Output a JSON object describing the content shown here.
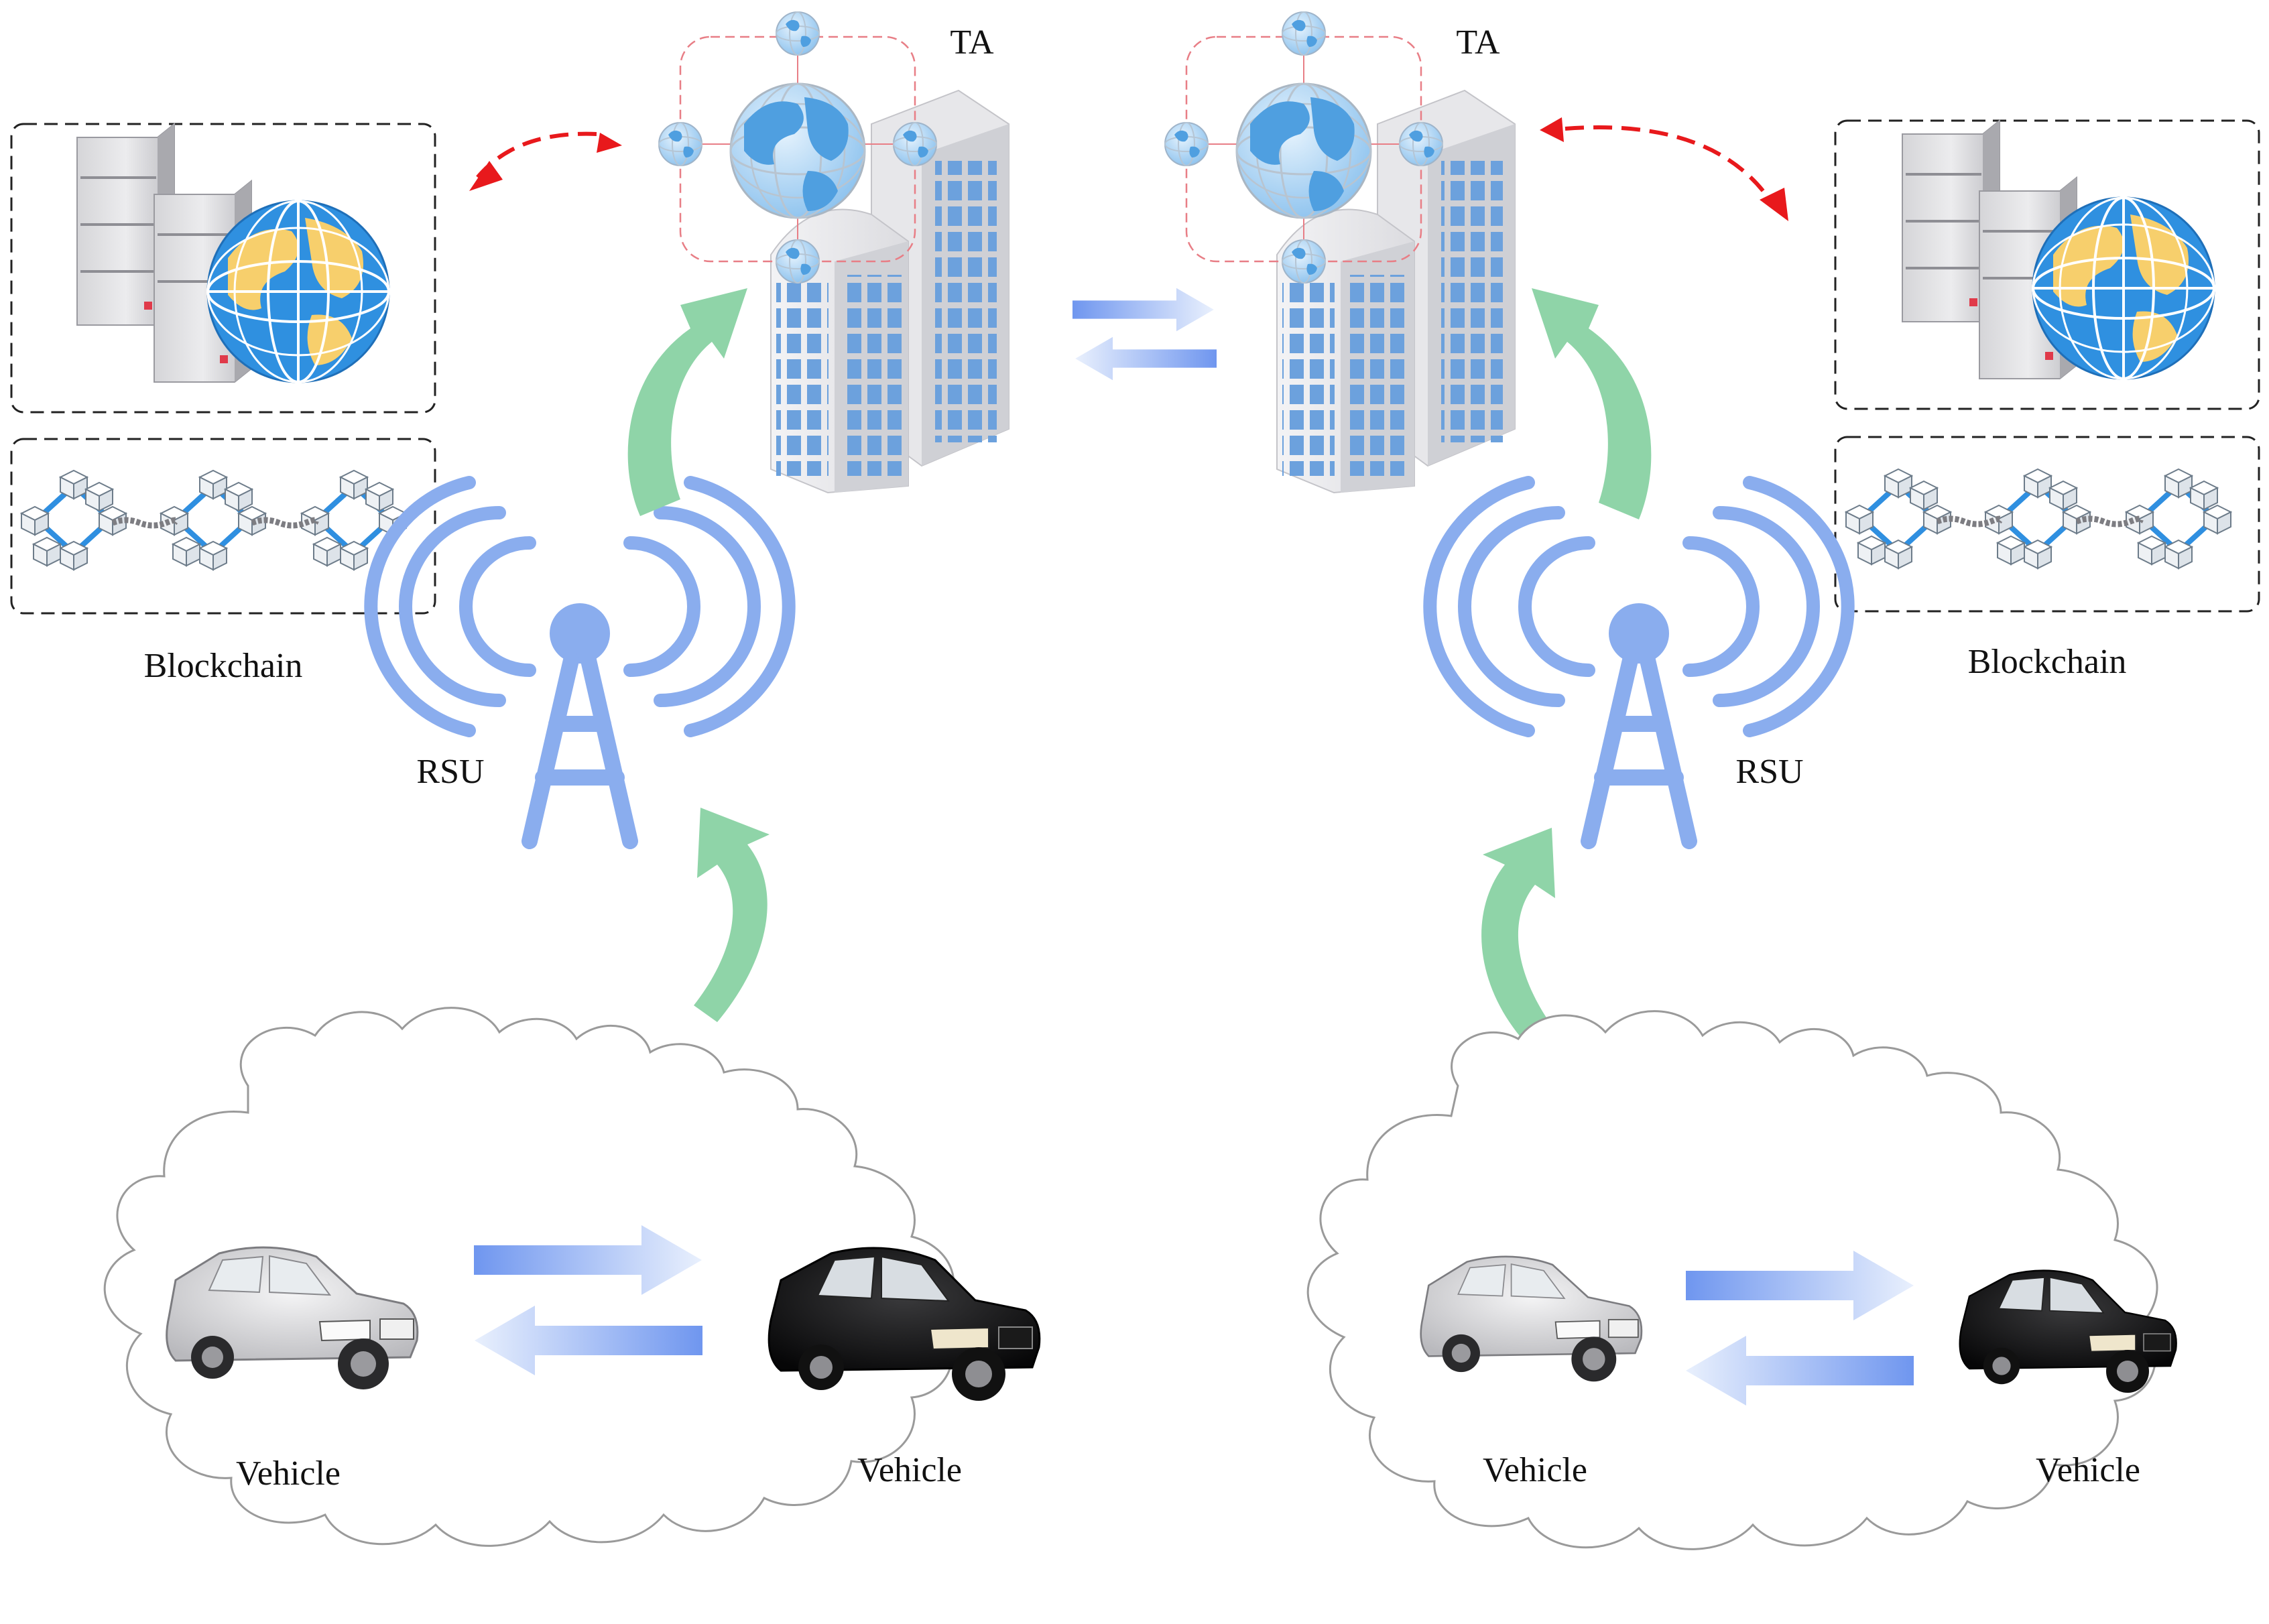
{
  "labels": {
    "ta_left": "TA",
    "ta_right": "TA",
    "rsu_left": "RSU",
    "rsu_right": "RSU",
    "blockchain_left": "Blockchain",
    "blockchain_right": "Blockchain",
    "vehicle_1": "Vehicle",
    "vehicle_2": "Vehicle",
    "vehicle_3": "Vehicle",
    "vehicle_4": "Vehicle"
  },
  "icons": {
    "server": "server-globe-icon",
    "blockchain": "blockchain-network-icon",
    "ta": "building-globe-network-icon",
    "rsu": "radio-tower-icon",
    "car_light": "silver-car-icon",
    "car_dark": "black-car-icon"
  },
  "colors": {
    "uplink_arrow": "#8fd4a8",
    "exchange_arrow": "#6f96ef",
    "sync_arrow": "#e8191c",
    "tower": "#8aadee",
    "building_window": "#6ca1dd",
    "cloud_stroke": "#9a9a9a"
  }
}
